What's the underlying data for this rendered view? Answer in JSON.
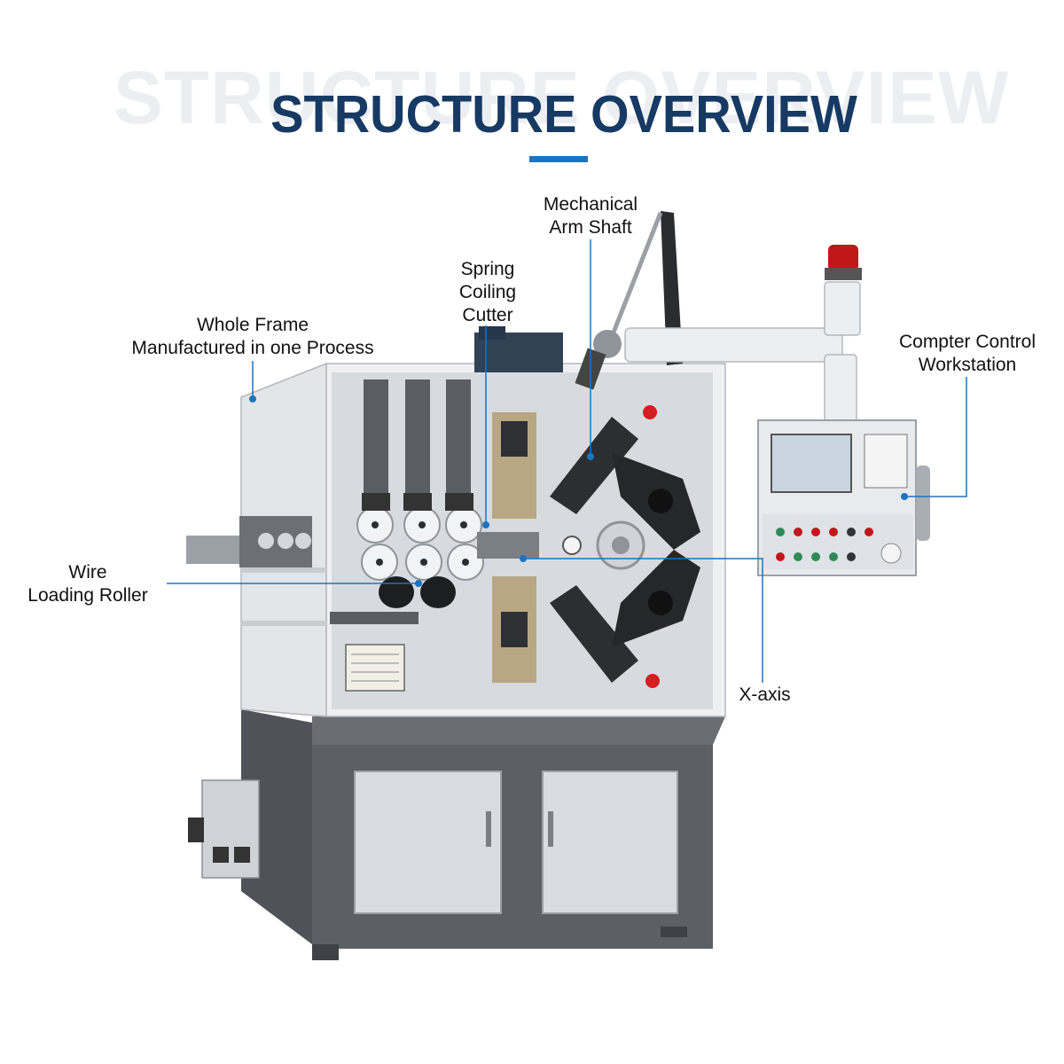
{
  "header": {
    "ghost_title": "STRUCTURE OVERVIEW",
    "title": "STRUCTURE OVERVIEW"
  },
  "labels": {
    "mechanical_arm_shaft": [
      "Mechanical",
      "Arm Shaft"
    ],
    "spring_coiling_cutter": [
      "Spring",
      "Coiling",
      "Cutter"
    ],
    "whole_frame": [
      "Whole Frame",
      "Manufactured in one Process"
    ],
    "compter_control": [
      "Compter Control",
      "Workstation"
    ],
    "wire_loading_roller": [
      "Wire",
      "Loading Roller"
    ],
    "x_axis": [
      "X-axis"
    ]
  },
  "colors": {
    "title": "#163a63",
    "accent": "#1e73be",
    "leader_line": "#1e73be",
    "frame_grey": "#5c6066",
    "panel_light": "#dfe2e6"
  }
}
